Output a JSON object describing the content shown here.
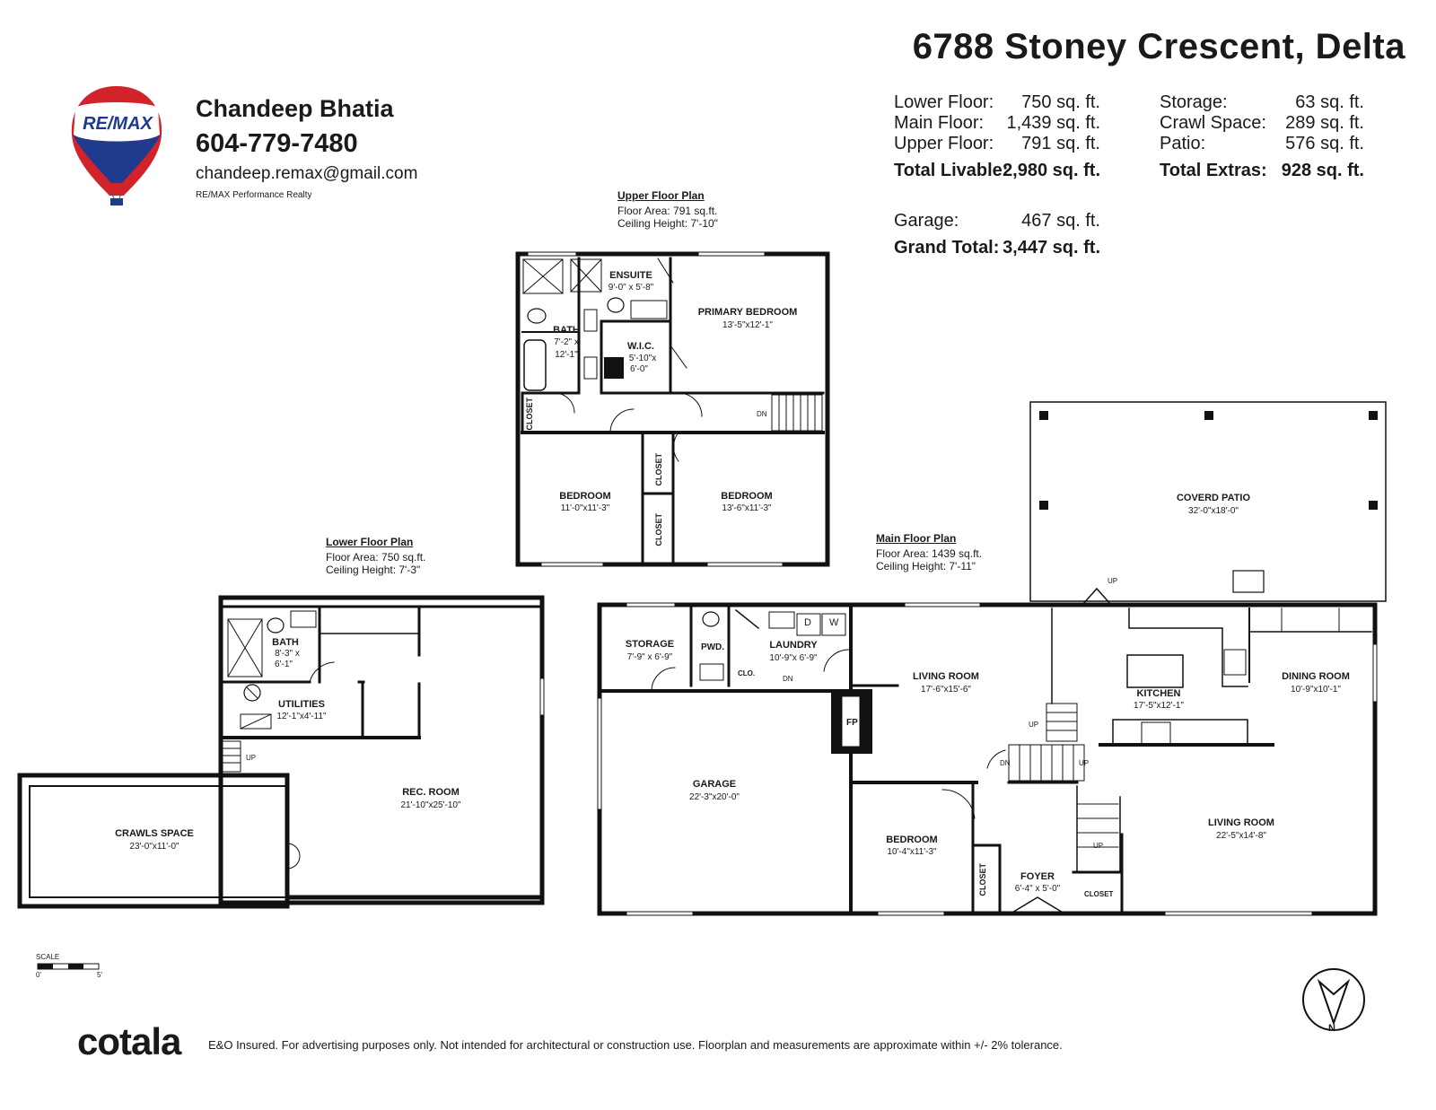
{
  "title": "6788 Stoney Crescent, Delta",
  "agent": {
    "name": "Chandeep Bhatia",
    "phone": "604-779-7480",
    "email": "chandeep.remax@gmail.com",
    "brokerage": "RE/MAX Performance Realty",
    "logo_text": "RE/MAX"
  },
  "areas": {
    "livable": [
      {
        "label": "Lower Floor:",
        "value": "750 sq. ft."
      },
      {
        "label": "Main Floor:",
        "value": "1,439 sq. ft."
      },
      {
        "label": "Upper Floor:",
        "value": "791 sq. ft."
      }
    ],
    "total_livable": {
      "label": "Total Livable:",
      "value": "2,980 sq. ft."
    },
    "extras": [
      {
        "label": "Storage:",
        "value": "63 sq. ft."
      },
      {
        "label": "Crawl Space:",
        "value": "289 sq. ft."
      },
      {
        "label": "Patio:",
        "value": "576 sq. ft."
      }
    ],
    "total_extras": {
      "label": "Total Extras:",
      "value": "928 sq. ft."
    },
    "garage": {
      "label": "Garage:",
      "value": "467 sq. ft."
    },
    "grand_total": {
      "label": "Grand Total:",
      "value": "3,447 sq. ft."
    }
  },
  "upper": {
    "title": "Upper Floor Plan",
    "area": "Floor Area: 791 sq.ft.",
    "ceiling": "Ceiling Height: 7'-10\"",
    "rooms": {
      "ensuite": {
        "name": "ENSUITE",
        "dim": "9'-0\" x 5'-8\""
      },
      "primary": {
        "name": "PRIMARY BEDROOM",
        "dim": "13'-5\"x12'-1\""
      },
      "bath": {
        "name": "BATH",
        "dim1": "7'-2\" x",
        "dim2": "12'-1\""
      },
      "wic": {
        "name": "W.I.C.",
        "dim1": "5'-10\"x",
        "dim2": "6'-0\""
      },
      "bed1": {
        "name": "BEDROOM",
        "dim": "11'-0\"x11'-3\""
      },
      "bed2": {
        "name": "BEDROOM",
        "dim": "13'-6\"x11'-3\""
      },
      "closet": "CLOSET",
      "dn": "DN"
    }
  },
  "lower": {
    "title": "Lower Floor Plan",
    "area": "Floor Area: 750 sq.ft.",
    "ceiling": "Ceiling Height: 7'-3\"",
    "rooms": {
      "bath": {
        "name": "BATH",
        "dim1": "8'-3\" x",
        "dim2": "6'-1\""
      },
      "utilities": {
        "name": "UTILITIES",
        "dim": "12'-1\"x4'-11\""
      },
      "rec": {
        "name": "REC. ROOM",
        "dim": "21'-10\"x25'-10\""
      },
      "crawl": {
        "name": "CRAWLS SPACE",
        "dim": "23'-0\"x11'-0\""
      },
      "up": "UP"
    }
  },
  "main": {
    "title": "Main Floor Plan",
    "area": "Floor Area: 1439 sq.ft.",
    "ceiling": "Ceiling Height: 7'-11\"",
    "rooms": {
      "storage": {
        "name": "STORAGE",
        "dim": "7'-9\" x 6'-9\""
      },
      "pwd": {
        "name": "PWD."
      },
      "laundry": {
        "name": "LAUNDRY",
        "dim": "10'-9\"x 6'-9\""
      },
      "clo": "CLO.",
      "living1": {
        "name": "LIVING ROOM",
        "dim": "17'-6\"x15'-6\""
      },
      "kitchen": {
        "name": "KITCHEN",
        "dim": "17'-5\"x12'-1\""
      },
      "dining": {
        "name": "DINING ROOM",
        "dim": "10'-9\"x10'-1\""
      },
      "garage": {
        "name": "GARAGE",
        "dim": "22'-3\"x20'-0\""
      },
      "bedroom": {
        "name": "BEDROOM",
        "dim": "10'-4\"x11'-3\""
      },
      "foyer": {
        "name": "FOYER",
        "dim": "6'-4\" x 5'-0\""
      },
      "living2": {
        "name": "LIVING ROOM",
        "dim": "22'-5\"x14'-8\""
      },
      "patio": {
        "name": "COVERD PATIO",
        "dim": "32'-0\"x18'-0\""
      },
      "closet": "CLOSET",
      "fp": "FP",
      "washer": "W",
      "dryer": "D",
      "up": "UP",
      "dn": "DN"
    }
  },
  "scale": {
    "label": "SCALE",
    "min": "0'",
    "max": "5'"
  },
  "north": "N",
  "footer": {
    "brand": "cotala",
    "disclaimer": "E&O Insured. For advertising purposes only. Not intended for architectural or construction use. Floorplan and measurements are approximate within +/- 2% tolerance."
  }
}
